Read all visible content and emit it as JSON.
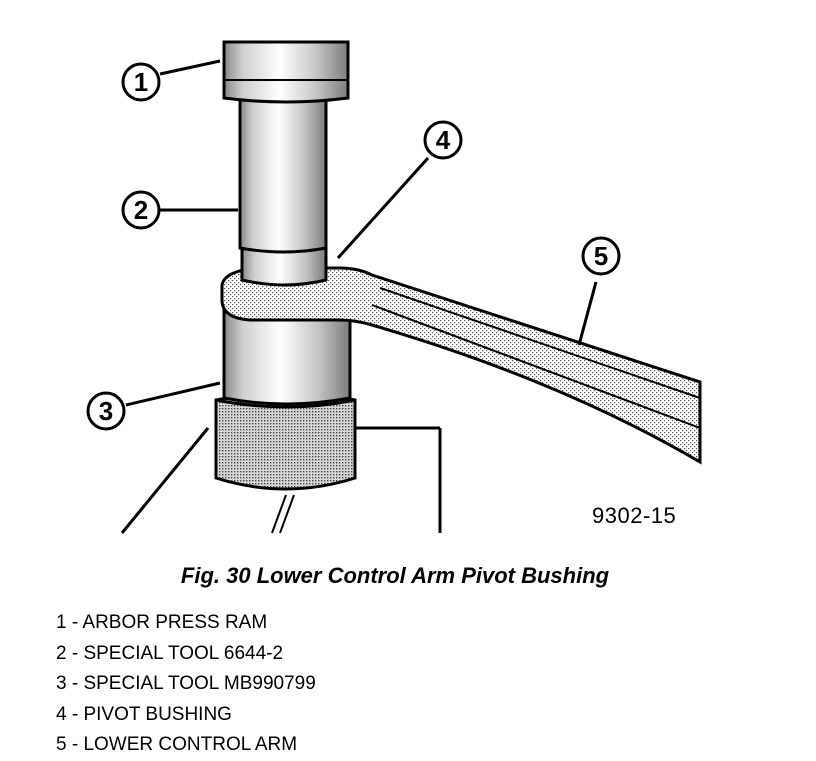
{
  "callouts": [
    "1",
    "2",
    "3",
    "4",
    "5"
  ],
  "figure_code": "9302-15",
  "caption": "Fig. 30 Lower Control Arm Pivot Bushing",
  "legend": [
    "1 - ARBOR PRESS RAM",
    "2 - SPECIAL TOOL 6644-2",
    "3 - SPECIAL TOOL MB990799",
    "4 - PIVOT BUSHING",
    "5 - LOWER CONTROL ARM"
  ]
}
